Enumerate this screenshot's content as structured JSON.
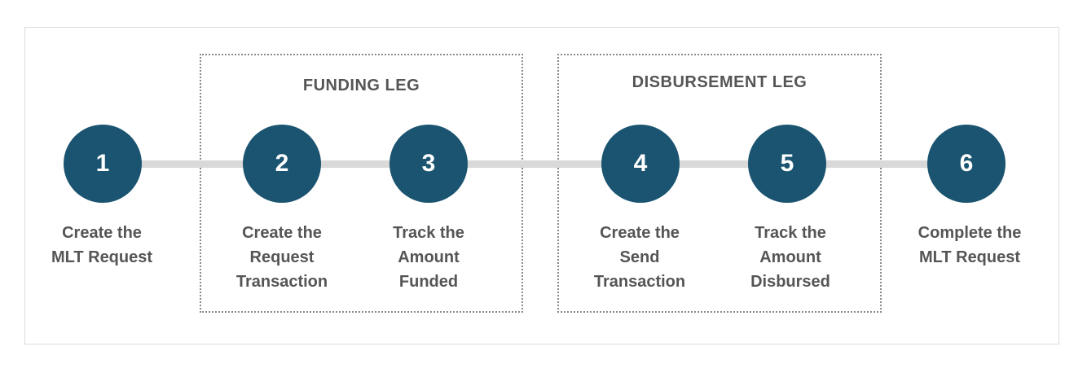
{
  "legs": {
    "funding": {
      "title": "FUNDING LEG"
    },
    "disbursement": {
      "title": "DISBURSEMENT LEG"
    }
  },
  "steps": [
    {
      "number": "1",
      "label_lines": [
        "Create the",
        "MLT Request"
      ]
    },
    {
      "number": "2",
      "label_lines": [
        "Create the",
        "Request",
        "Transaction"
      ]
    },
    {
      "number": "3",
      "label_lines": [
        "Track the",
        "Amount",
        "Funded"
      ]
    },
    {
      "number": "4",
      "label_lines": [
        "Create the",
        "Send",
        "Transaction"
      ]
    },
    {
      "number": "5",
      "label_lines": [
        "Track the",
        "Amount",
        "Disbursed"
      ]
    },
    {
      "number": "6",
      "label_lines": [
        "Complete the",
        "MLT Request"
      ]
    }
  ],
  "colors": {
    "step_circle": "#1a5470",
    "connector": "#d9d9d9",
    "label_text": "#555555",
    "leg_border": "#8a8a8a"
  }
}
